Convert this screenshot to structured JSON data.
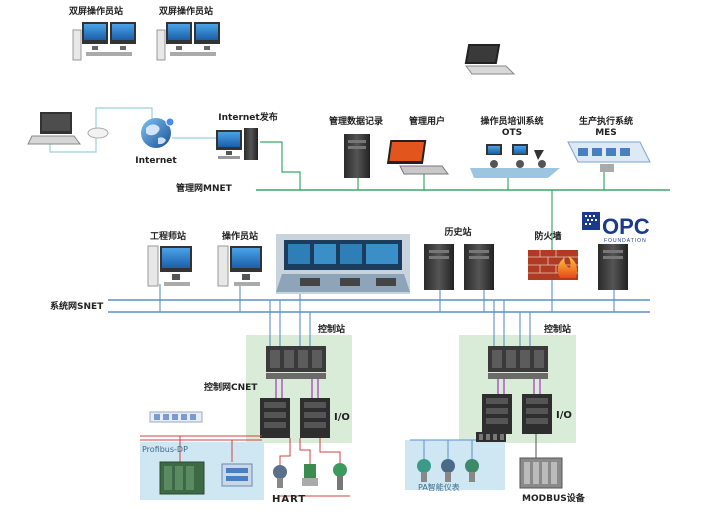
{
  "labels": {
    "dual_station_1": "双屏操作员站",
    "dual_station_2": "双屏操作员站",
    "internet": "Internet",
    "internet_publish": "Internet发布",
    "mgmt_data_record": "管理数据记录",
    "mgmt_user": "管理用户",
    "ots_line1": "操作员培训系统",
    "ots_line2": "OTS",
    "mes_line1": "生产执行系统",
    "mes_line2": "MES",
    "mnet": "管理网MNET",
    "eng_station": "工程师站",
    "op_station": "操作员站",
    "history_station": "历史站",
    "firewall": "防火墙",
    "opc_logo": "OPC",
    "opc_sub": "FOUNDATION",
    "snet": "系统网SNET",
    "control_station_1": "控制站",
    "control_station_2": "控制站",
    "cnet": "控制网CNET",
    "io_1": "I/O",
    "io_2": "I/O",
    "profibus": "Profibus-DP",
    "hart": "HART",
    "pa": "PA智能仪表",
    "modbus": "MODBUS设备"
  },
  "colors": {
    "mnet": "#3aa86b",
    "snet": "#5b8fc9",
    "control_bg": "#d8ecd8",
    "field_bg": "#cfe7f3",
    "hart_line": "#d04040",
    "cnet_line": "#b04cc0"
  },
  "icons": {
    "workstation": "dual-monitor-workstation-icon",
    "laptop": "laptop-icon",
    "globe": "internet-globe-icon",
    "server": "server-tower-icon",
    "firewall": "firewall-icon",
    "controller": "controller-rack-icon",
    "io": "io-module-icon",
    "instrument": "field-instrument-icon"
  }
}
